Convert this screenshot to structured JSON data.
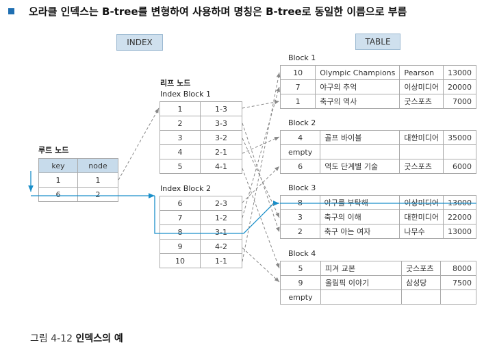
{
  "heading": "오라클 인덱스는 B-tree를 변형하여 사용하며 명칭은 B-tree로 동일한 이름으로 부름",
  "index_label": "INDEX",
  "table_label": "TABLE",
  "root": {
    "title": "루트 노드",
    "headers": [
      "key",
      "node"
    ],
    "rows": [
      [
        "1",
        "1"
      ],
      [
        "6",
        "2"
      ]
    ]
  },
  "leaf": {
    "title": "리프 노드",
    "blocks": [
      {
        "title": "Index Block 1",
        "rows": [
          [
            "1",
            "1-3"
          ],
          [
            "2",
            "3-3"
          ],
          [
            "3",
            "3-2"
          ],
          [
            "4",
            "2-1"
          ],
          [
            "5",
            "4-1"
          ]
        ]
      },
      {
        "title": "Index Block 2",
        "rows": [
          [
            "6",
            "2-3"
          ],
          [
            "7",
            "1-2"
          ],
          [
            "8",
            "3-1"
          ],
          [
            "9",
            "4-2"
          ],
          [
            "10",
            "1-1"
          ]
        ]
      }
    ]
  },
  "table_blocks": [
    {
      "title": "Block 1",
      "rows": [
        [
          "10",
          "Olympic Champions",
          "Pearson",
          "13000"
        ],
        [
          "7",
          "야구의 추억",
          "이상미디어",
          "20000"
        ],
        [
          "1",
          "축구의 역사",
          "굿스포츠",
          "7000"
        ]
      ]
    },
    {
      "title": "Block 2",
      "rows": [
        [
          "4",
          "골프 바이블",
          "대한미디어",
          "35000"
        ],
        [
          "empty",
          "",
          "",
          ""
        ],
        [
          "6",
          "역도 단계별 기술",
          "굿스포츠",
          "6000"
        ]
      ]
    },
    {
      "title": "Block 3",
      "rows": [
        [
          "8",
          "야구를 부탁해",
          "이상미디어",
          "13000"
        ],
        [
          "3",
          "축구의 이해",
          "대한미디어",
          "22000"
        ],
        [
          "2",
          "축구 아는 여자",
          "나무수",
          "13000"
        ]
      ]
    },
    {
      "title": "Block 4",
      "rows": [
        [
          "5",
          "피겨 교본",
          "굿스포츠",
          "8000"
        ],
        [
          "9",
          "올림픽 이야기",
          "삼성당",
          "7500"
        ],
        [
          "empty",
          "",
          "",
          ""
        ]
      ]
    }
  ],
  "caption_prefix": "그림 4-12",
  "caption_title": "인덱스의 예",
  "colors": {
    "highlight": "#1a8fc9",
    "header_fill": "#c7dbeb",
    "bullet": "#1f6fb2"
  }
}
